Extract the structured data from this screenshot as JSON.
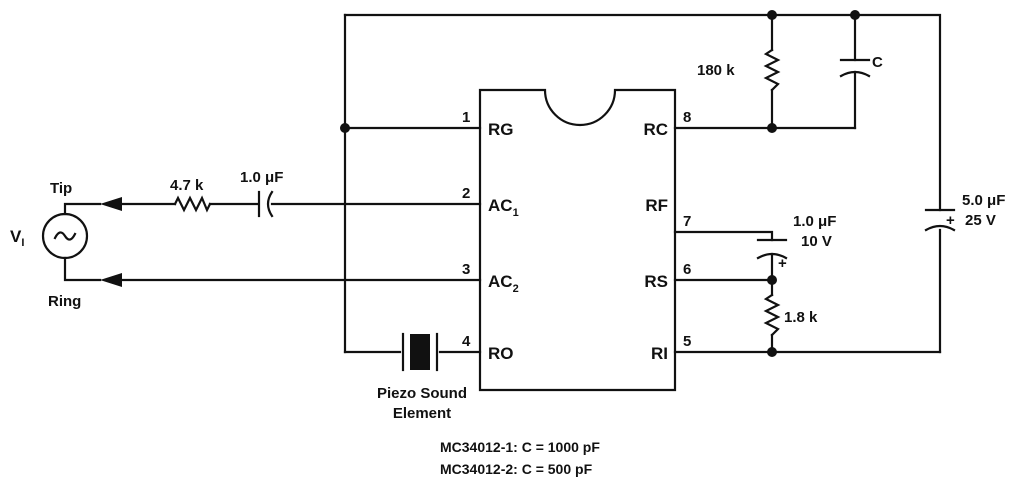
{
  "terminals": {
    "tip": "Tip",
    "ring": "Ring",
    "source": "V",
    "source_sub": "I"
  },
  "components": {
    "r_input": "4.7 k",
    "c_input": "1.0 μF",
    "r_top": "180 k",
    "c_top": "C",
    "c_rf": "1.0 μF",
    "c_rf_v": "10 V",
    "r_rs": "1.8 k",
    "c_big": "5.0 μF",
    "c_big_v": "25 V",
    "piezo_line1": "Piezo Sound",
    "piezo_line2": "Element"
  },
  "chip": {
    "pins": [
      {
        "num": "1",
        "name": "RG",
        "sub": ""
      },
      {
        "num": "2",
        "name": "AC",
        "sub": "1"
      },
      {
        "num": "3",
        "name": "AC",
        "sub": "2"
      },
      {
        "num": "4",
        "name": "RO",
        "sub": ""
      },
      {
        "num": "8",
        "name": "RC",
        "sub": ""
      },
      {
        "num": "7",
        "name": "RF",
        "sub": ""
      },
      {
        "num": "6",
        "name": "RS",
        "sub": ""
      },
      {
        "num": "5",
        "name": "RI",
        "sub": ""
      }
    ]
  },
  "notes": [
    "MC34012-1:  C = 1000 pF",
    "MC34012-2:  C =   500 pF"
  ]
}
